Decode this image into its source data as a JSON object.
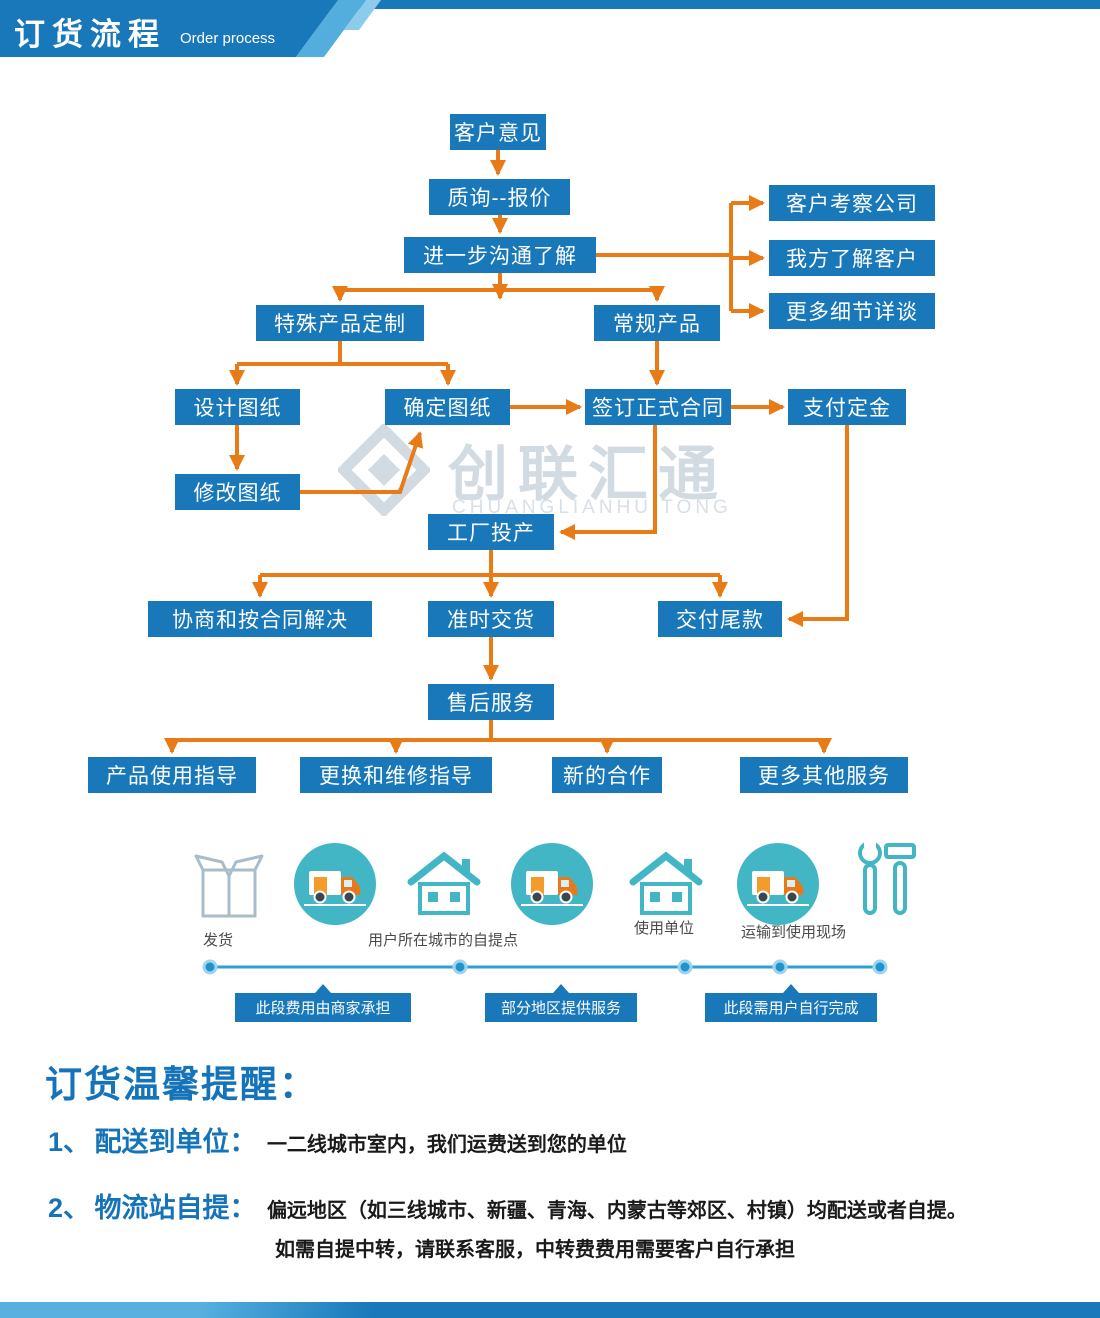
{
  "header": {
    "title": "订货流程",
    "subtitle": "Order process"
  },
  "watermark": {
    "text": "创联汇通",
    "subtext": "CHUANGLIANHUITONG"
  },
  "flow": {
    "customer_opinion": "客户意见",
    "inquiry_quote": "质询--报价",
    "further_communication": "进一步沟通了解",
    "customer_visit": "客户考察公司",
    "know_customer": "我方了解客户",
    "more_details": "更多细节详谈",
    "special_custom": "特殊产品定制",
    "regular_product": "常规产品",
    "design_drawing": "设计图纸",
    "confirm_drawing": "确定图纸",
    "sign_contract": "签订正式合同",
    "pay_deposit": "支付定金",
    "modify_drawing": "修改图纸",
    "factory_production": "工厂投产",
    "negotiate_solution": "协商和按合同解决",
    "on_time_delivery": "准时交货",
    "final_payment": "交付尾款",
    "after_sales": "售后服务",
    "usage_guide": "产品使用指导",
    "repair_guide": "更换和维修指导",
    "new_cooperation": "新的合作",
    "more_services": "更多其他服务"
  },
  "logistics": {
    "ship": "发货",
    "city_pickup": "用户所在城市的自提点",
    "use_unit": "使用单位",
    "transport_to_site": "运输到使用现场",
    "note_merchant": "此段费用由商家承担",
    "note_partial": "部分地区提供服务",
    "note_user": "此段需用户自行完成"
  },
  "reminder": {
    "title": "订货温馨提醒：",
    "item1_num": "1、",
    "item1_label": "配送到单位：",
    "item1_text": "一二线城市室内，我们运费送到您的单位",
    "item2_num": "2、",
    "item2_label": "物流站自提：",
    "item2_text": "偏远地区（如三线城市、新疆、青海、内蒙古等郊区、村镇）均配送或者自提。",
    "item2_text2": "如需自提中转，请联系客服，中转费费用需要客户自行承担"
  },
  "colors": {
    "primary_blue": "#1878ba",
    "arrow_orange": "#e97b17",
    "teal": "#43b6c5"
  }
}
